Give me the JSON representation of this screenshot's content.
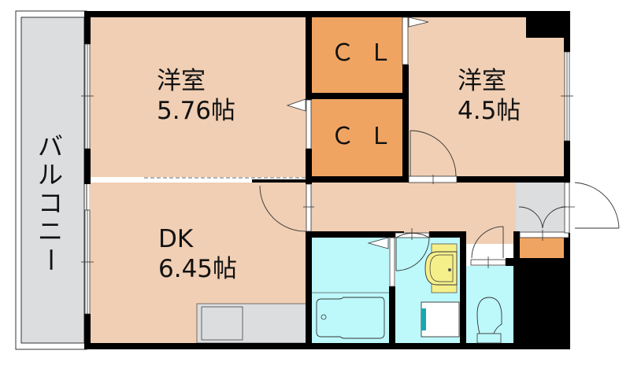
{
  "floor_plan": {
    "rooms": [
      {
        "id": "western-room-1",
        "name": "洋室",
        "size": "5.76帖"
      },
      {
        "id": "western-room-2",
        "name": "洋室",
        "size": "4.5帖"
      },
      {
        "id": "dk",
        "name": "DK",
        "size": "6.45帖"
      },
      {
        "id": "closet-1",
        "name": "ＣＬ"
      },
      {
        "id": "closet-2",
        "name": "ＣＬ"
      },
      {
        "id": "balcony",
        "name": "バルコニー",
        "chars": [
          "バ",
          "ル",
          "コ",
          "ニ",
          "ー"
        ]
      }
    ],
    "fixtures": [
      "bathtub",
      "washbasin",
      "washing-machine-space",
      "toilet",
      "kitchen-sink",
      "shoe-cabinet"
    ],
    "colors": {
      "room": "#f0cfb4",
      "closet": "#f0a462",
      "wet_area": "#bdf8fb",
      "balcony": "#dcdddf",
      "wall": "#000000",
      "washbasin": "#f5ef8a",
      "washer_accent": "#1aa7b0"
    }
  }
}
